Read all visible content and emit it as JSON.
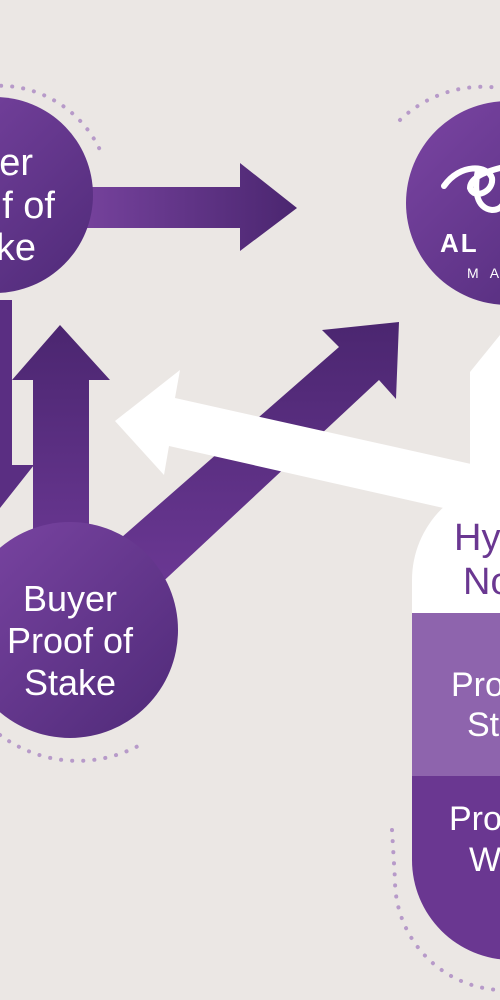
{
  "colors": {
    "background": "#ebe7e4",
    "purple": "#6a3791",
    "purple_dark": "#4f2a78",
    "purple_light": "#8e64ad",
    "dots": "#b79ac9",
    "white": "#ffffff"
  },
  "nodes": {
    "top_left": {
      "lines": [
        "yer",
        "f of",
        "ke"
      ]
    },
    "buyer": {
      "lines": [
        "Buyer",
        "Proof of",
        "Stake"
      ]
    },
    "logo": {
      "wordmark": "AL",
      "subword": "M A",
      "icon": "script-logo-icon"
    },
    "hybrid": {
      "title_lines": [
        "Hy",
        "No"
      ],
      "section_stake_lines": [
        "Pro",
        "Sta"
      ],
      "section_work_lines": [
        "Pro",
        "W"
      ]
    }
  }
}
